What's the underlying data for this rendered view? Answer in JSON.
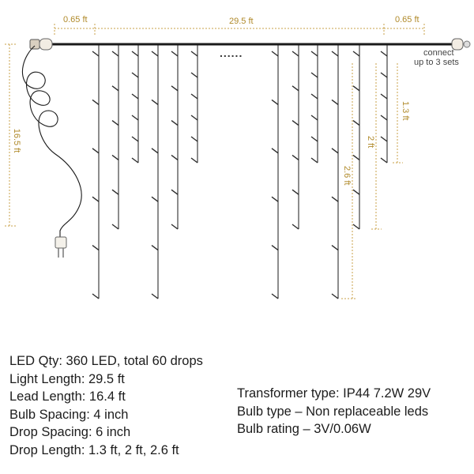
{
  "dimensions": {
    "lead_offset_left": "0.65 ft",
    "light_length": "29.5 ft",
    "lead_offset_right": "0.65 ft",
    "lead_cable_length": "16.5 ft",
    "drop_short": "1.3 ft",
    "drop_medium": "2 ft",
    "drop_long": "2.6 ft",
    "connect_line1": "connect",
    "connect_line2": "up to 3 sets",
    "ellipsis": "......"
  },
  "specs_left": [
    "LED Qty: 360 LED,  total 60 drops",
    "Light Length: 29.5 ft",
    "Lead Length: 16.4 ft",
    "Bulb Spacing: 4 inch",
    "Drop Spacing: 6 inch",
    "Drop Length: 1.3 ft, 2 ft, 2.6 ft"
  ],
  "specs_right": [
    "Transformer type: IP44 7.2W 29V",
    "Bulb type – Non replaceable leds",
    "Bulb rating – 3V/0.06W"
  ],
  "colors": {
    "wire": "#1a1a1a",
    "dimension": "#c8a24a",
    "led": "#2b2b2b"
  }
}
